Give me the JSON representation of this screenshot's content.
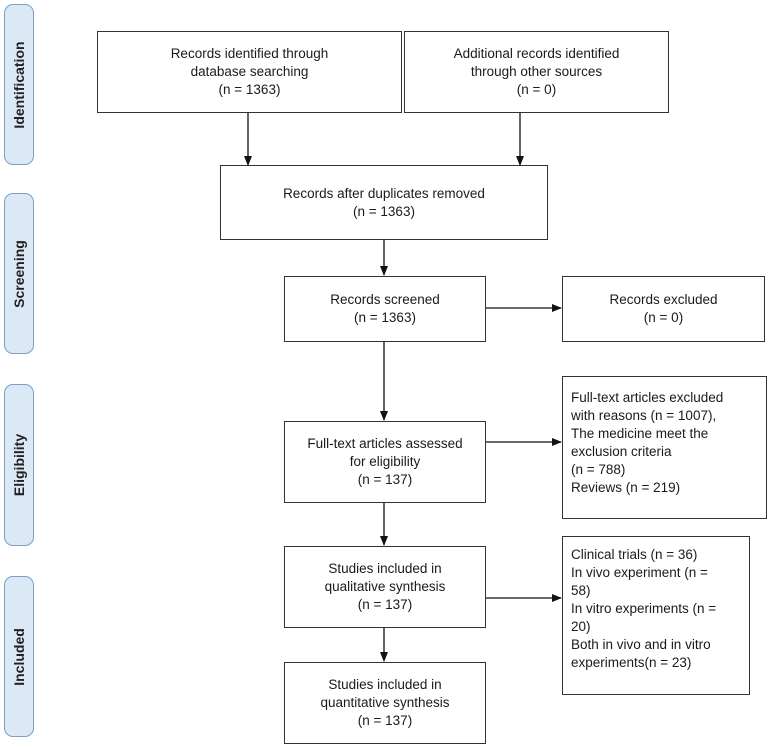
{
  "stages": {
    "identification": "Identification",
    "screening": "Screening",
    "eligibility": "Eligibility",
    "included": "Included"
  },
  "boxes": {
    "db_search": [
      "Records identified through",
      "database searching",
      "(n = 1363)"
    ],
    "other_sources": [
      "Additional records identified",
      "through other sources",
      "(n = 0)"
    ],
    "duplicates_removed": [
      "Records after duplicates removed",
      "(n = 1363)"
    ],
    "screened": [
      "Records screened",
      "(n = 1363)"
    ],
    "excluded": [
      "Records excluded",
      "(n = 0)"
    ],
    "fulltext_assessed": [
      "Full-text articles assessed",
      "for eligibility",
      "(n = 137)"
    ],
    "fulltext_excluded": [
      "Full-text articles excluded",
      "with reasons (n = 1007),",
      "The medicine meet the",
      "exclusion criteria",
      "(n = 788)",
      "Reviews (n = 219)"
    ],
    "qualitative": [
      "Studies included in",
      "qualitative synthesis",
      "(n = 137)"
    ],
    "study_types": [
      "Clinical trials (n = 36)",
      "In vivo experiment (n =",
      "58)",
      "In vitro experiments (n =",
      "20)",
      "Both in vivo and in vitro",
      "experiments(n = 23)"
    ],
    "quantitative": [
      "Studies included in",
      "quantitative synthesis",
      "(n = 137)"
    ]
  }
}
